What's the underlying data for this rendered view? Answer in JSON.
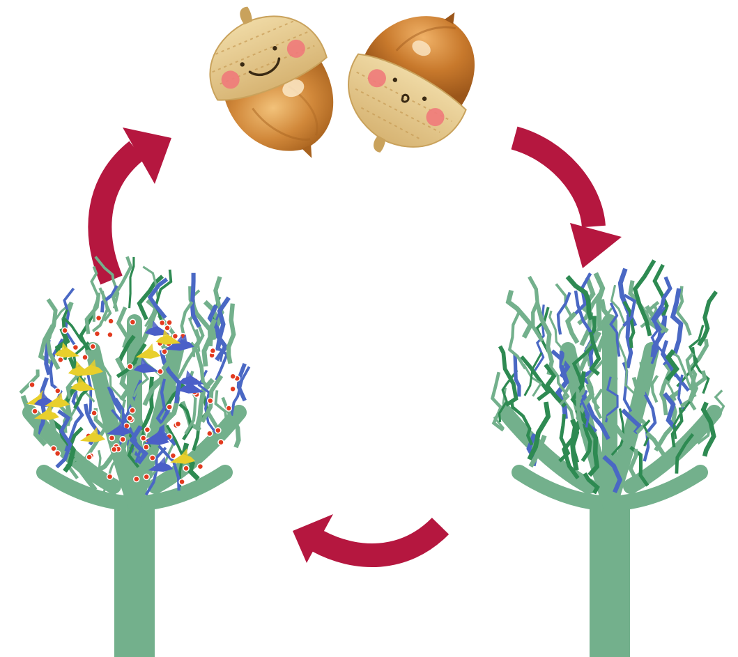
{
  "diagram": {
    "type": "cycle",
    "stages": [
      {
        "id": "acorns",
        "icon": "acorn-pair-icon"
      },
      {
        "id": "bare-tree",
        "icon": "bare-tree-icon"
      },
      {
        "id": "tree-with-birds-and-berries",
        "icon": "fruiting-tree-icon"
      }
    ],
    "flow": [
      {
        "from": "acorns",
        "to": "bare-tree"
      },
      {
        "from": "bare-tree",
        "to": "tree-with-birds-and-berries"
      },
      {
        "from": "tree-with-birds-and-berries",
        "to": "acorns"
      }
    ]
  },
  "colors": {
    "arrow": "#b5173f",
    "trunk": "#73b08c",
    "branch_light": "#73b08c",
    "branch_dark": "#2e8a52",
    "branch_blue": "#4a68c4",
    "bird_blue": "#4b5fc8",
    "bird_yellow": "#e8cf2c",
    "berry_red": "#e23a1f",
    "acorn_nut": "#c97e2e",
    "acorn_cap": "#e5c68a",
    "cheek": "#f07a7a"
  }
}
